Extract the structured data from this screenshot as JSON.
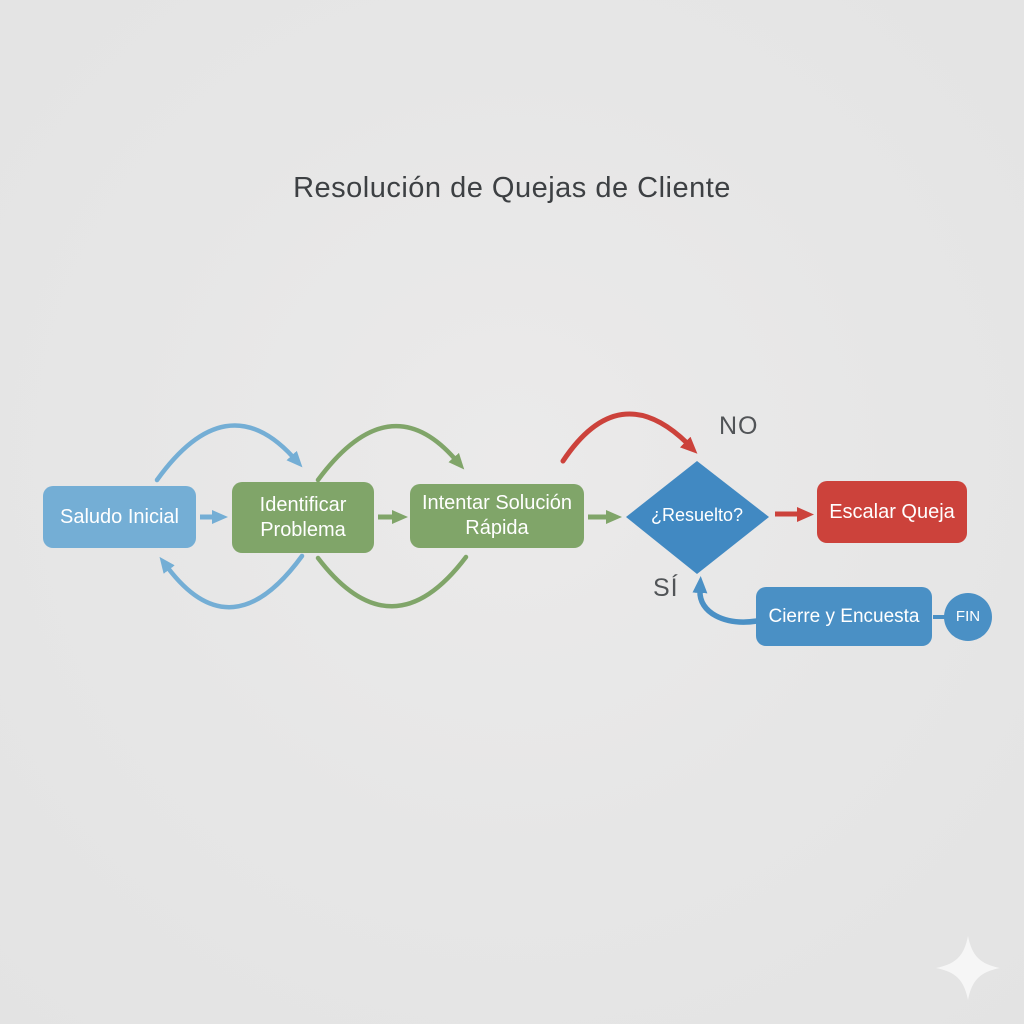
{
  "title": "Resolución de Quejas de Cliente",
  "background_color": "#e6e6e6",
  "nodes": {
    "saludo": {
      "label": "Saludo Inicial",
      "shape": "rounded-rect",
      "color": "#74aed5"
    },
    "identificar": {
      "label": "Identificar Problema",
      "shape": "rounded-rect",
      "color": "#80a569"
    },
    "intentar": {
      "label": "Intentar Solución Rápida",
      "shape": "rounded-rect",
      "color": "#80a569"
    },
    "resuelto": {
      "label": "¿Resuelto?",
      "shape": "diamond",
      "color": "#4189c2"
    },
    "escalar": {
      "label": "Escalar Queja",
      "shape": "rounded-rect",
      "color": "#cc423b"
    },
    "cierre": {
      "label": "Cierre y Encuesta",
      "shape": "rounded-rect",
      "color": "#4a90c5"
    },
    "fin": {
      "label": "FIN",
      "shape": "circle",
      "color": "#4a90c5"
    }
  },
  "edge_labels": {
    "no": "NO",
    "si": "SÍ"
  },
  "edges": [
    {
      "from": "saludo",
      "to": "identificar",
      "style": "straight",
      "color": "#74aed5"
    },
    {
      "from": "identificar",
      "to": "intentar",
      "style": "straight",
      "color": "#80a569"
    },
    {
      "from": "intentar",
      "to": "resuelto",
      "style": "straight",
      "color": "#80a569"
    },
    {
      "from": "resuelto",
      "to": "escalar",
      "style": "straight",
      "color": "#cc423b",
      "label": "NO"
    },
    {
      "from": "saludo",
      "to": "identificar",
      "style": "arc-top",
      "color": "#74aed5"
    },
    {
      "from": "identificar",
      "to": "intentar",
      "style": "arc-top",
      "color": "#80a569"
    },
    {
      "from": "identificar",
      "to": "saludo",
      "style": "arc-bottom",
      "color": "#74aed5"
    },
    {
      "from": "intentar",
      "to": "identificar",
      "style": "arc-bottom",
      "color": "#80a569"
    },
    {
      "from": "intentar",
      "to": "resuelto",
      "style": "arc-top",
      "color": "#cc423b",
      "label": "NO"
    },
    {
      "from": "cierre",
      "to": "resuelto",
      "style": "curved",
      "color": "#4a90c5",
      "label": "SÍ"
    },
    {
      "from": "cierre",
      "to": "fin",
      "style": "connector",
      "color": "#4a90c5"
    }
  ],
  "colors": {
    "arrow_light_blue": "#74aed5",
    "arrow_blue": "#4a90c5",
    "arrow_green": "#80a569",
    "arrow_red": "#cc423b",
    "diamond_fill": "#4189c2",
    "title_text": "#3d4043",
    "edge_label_text": "#515457",
    "node_text": "#ffffff",
    "watermark": "#f8f8f8"
  },
  "watermark": {
    "icon": "sparkle-icon"
  }
}
